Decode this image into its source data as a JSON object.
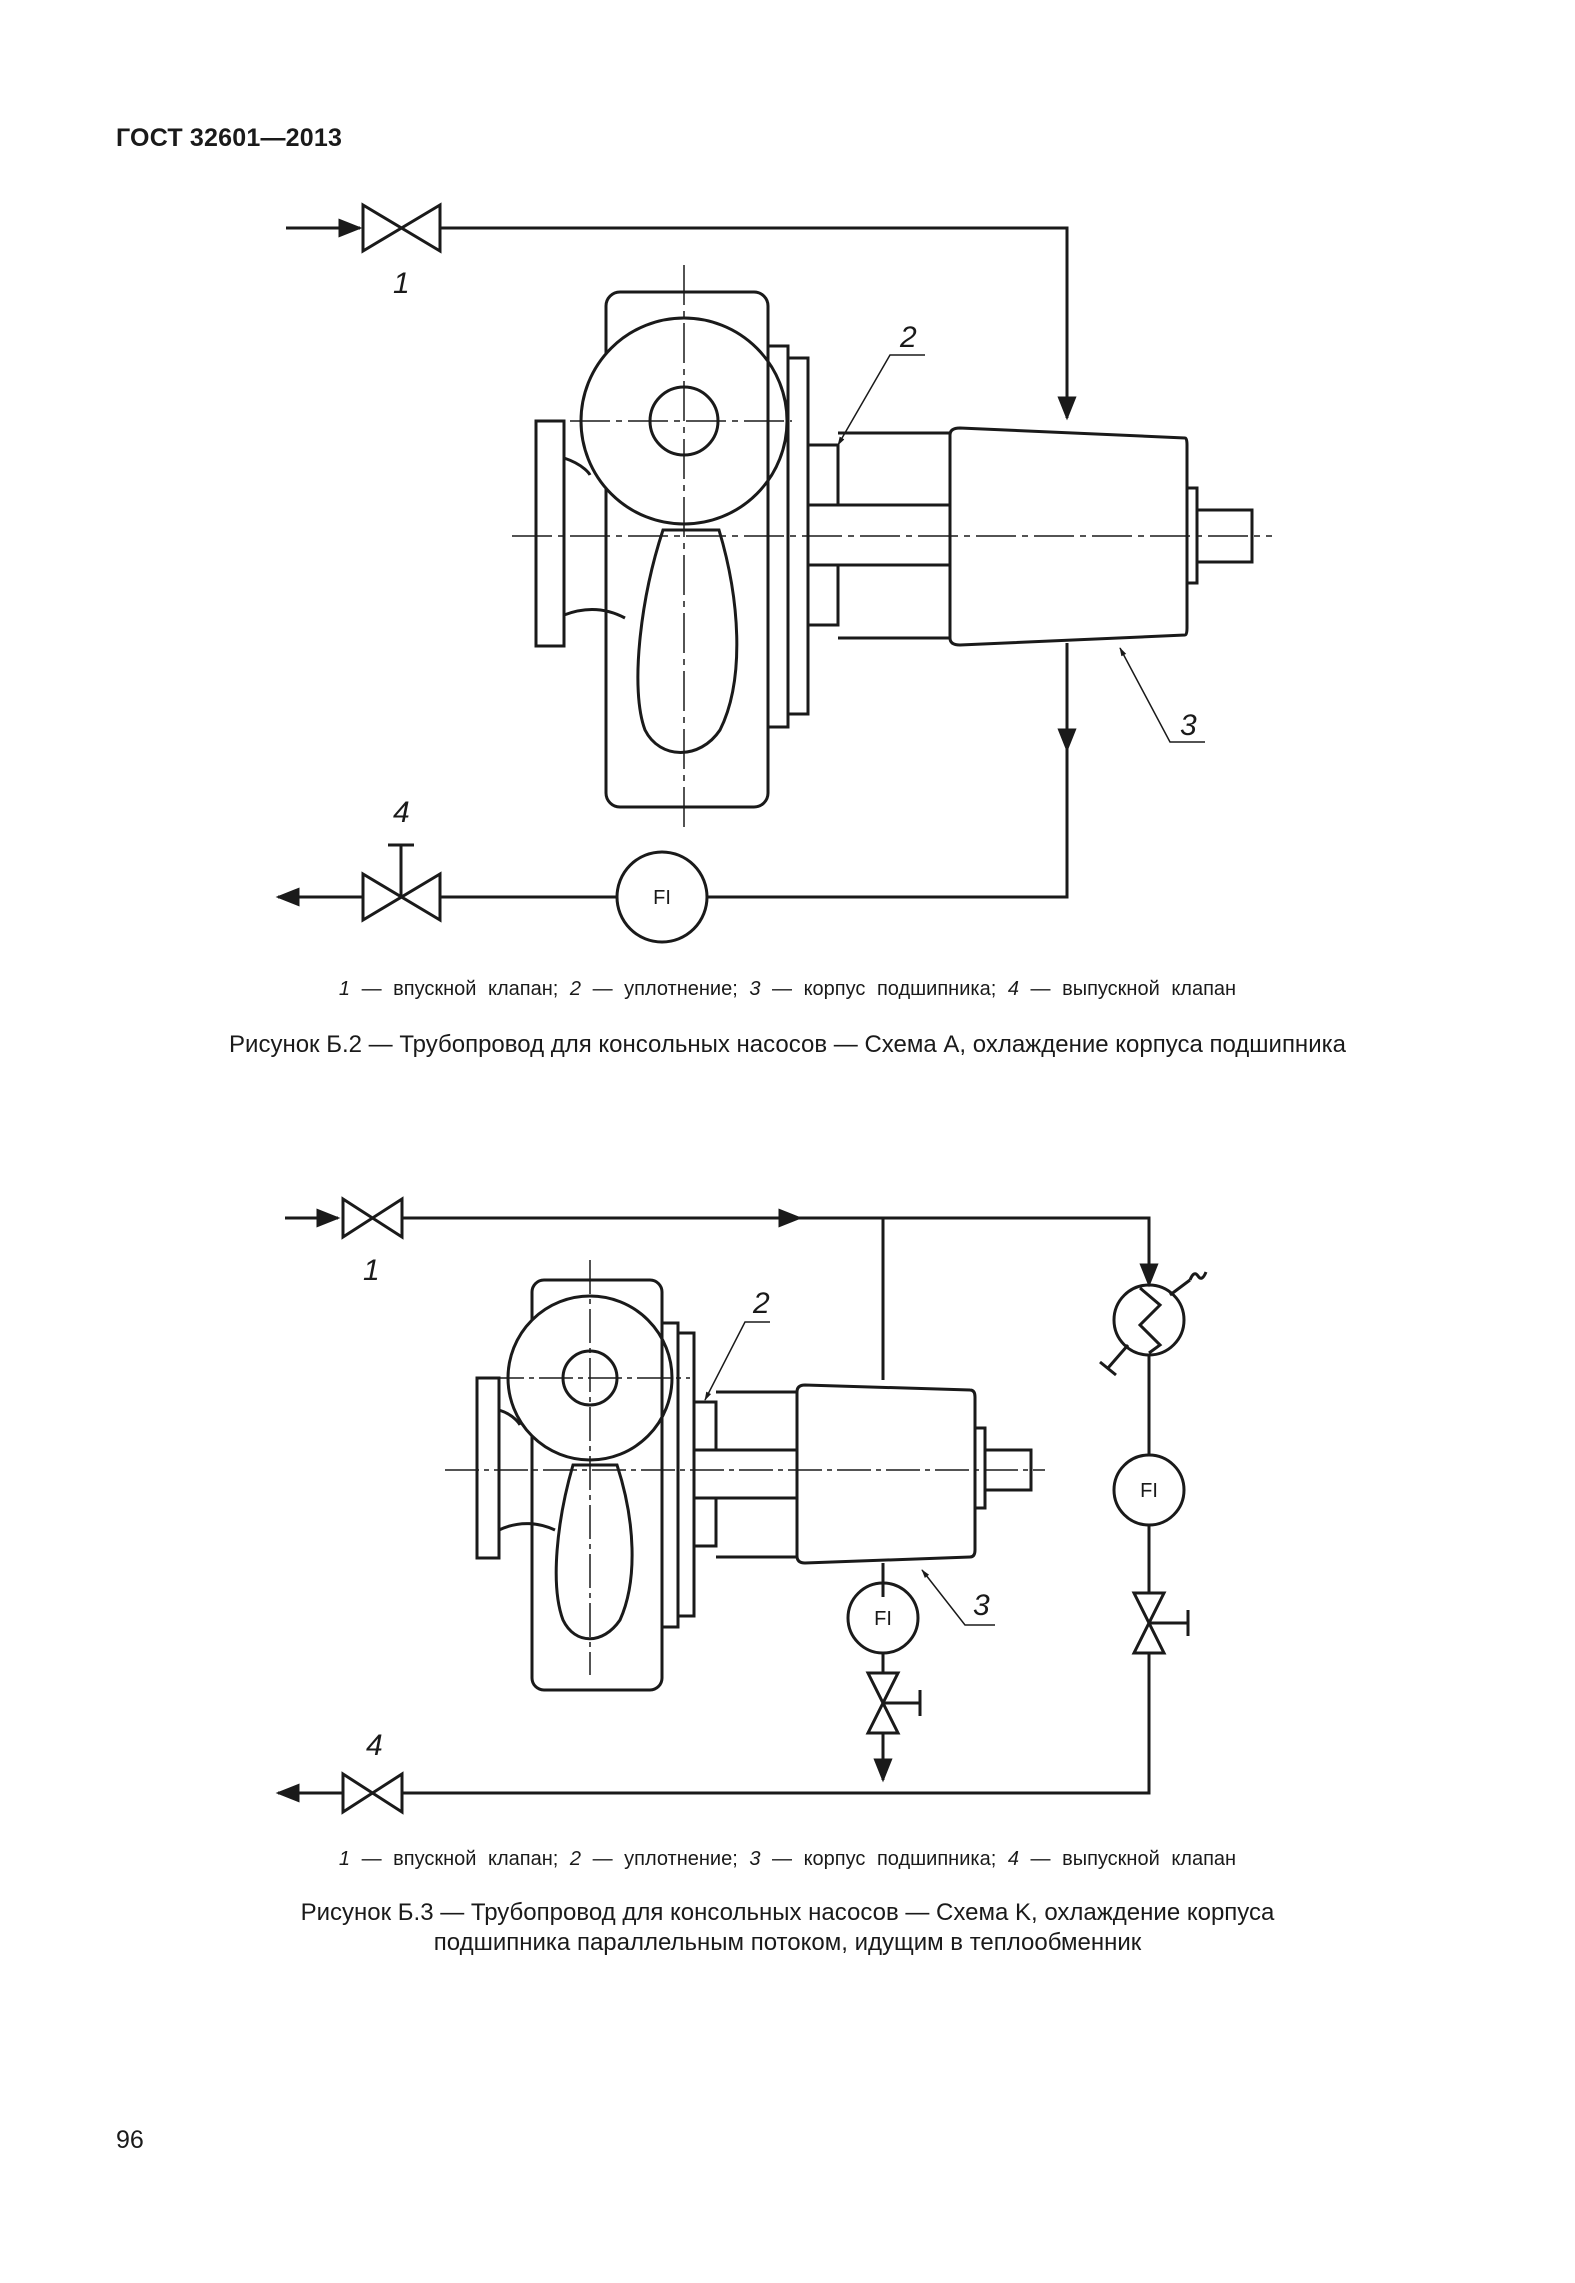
{
  "header": {
    "standard": "ГОСТ 32601—2013"
  },
  "figure_b2": {
    "callouts": {
      "c1": "1",
      "c2": "2",
      "c3": "3",
      "c4": "4"
    },
    "instrument": "FI",
    "legend": {
      "n1": "1",
      "t1": " — впускной клапан; ",
      "n2": "2",
      "t2": " — уплотнение; ",
      "n3": "3",
      "t3": " — корпус подшипника; ",
      "n4": "4",
      "t4": " — выпускной клапан"
    },
    "caption": "Рисунок Б.2 — Трубопровод для консольных насосов — Схема А, охлаждение корпуса подшипника"
  },
  "figure_b3": {
    "callouts": {
      "c1": "1",
      "c2": "2",
      "c3": "3",
      "c4": "4"
    },
    "instrument_1": "FI",
    "instrument_2": "FI",
    "legend": {
      "n1": "1",
      "t1": " — впускной клапан; ",
      "n2": "2",
      "t2": " — уплотнение; ",
      "n3": "3",
      "t3": " — корпус подшипника; ",
      "n4": "4",
      "t4": " — выпускной клапан"
    },
    "caption_line1": "Рисунок Б.3 — Трубопровод для консольных насосов — Схема K, охлаждение корпуса",
    "caption_line2": "подшипника параллельным потоком, идущим в теплообменник"
  },
  "footer": {
    "page_number": "96"
  }
}
